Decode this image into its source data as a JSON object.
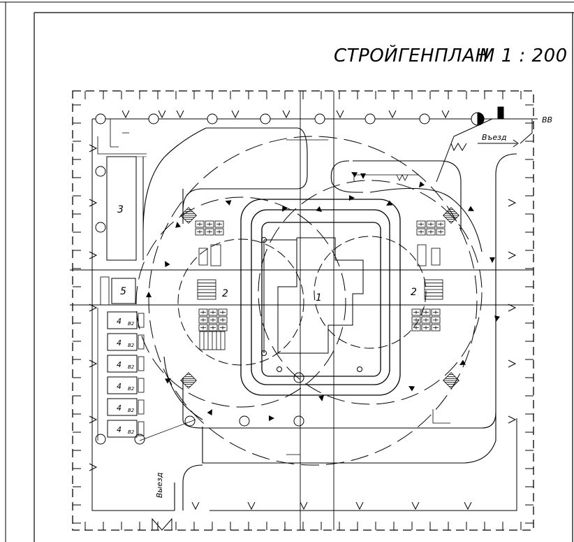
{
  "title": "СТРОЙГЕНПЛАН",
  "scale": "М 1 : 200",
  "entrance_labels": {
    "entry_top": "Въезд",
    "exit_bottom": "Выезд"
  },
  "utility_marker": "ВВ",
  "building_labels": {
    "warehouse": "3",
    "office": "5",
    "crane_left": "2",
    "crane_right": "2",
    "main_building": "1"
  },
  "cabin_labels": [
    {
      "num": "4",
      "sub": "В2"
    },
    {
      "num": "4",
      "sub": "В2"
    },
    {
      "num": "4",
      "sub": "В2"
    },
    {
      "num": "4",
      "sub": "В2"
    },
    {
      "num": "4",
      "sub": "В2"
    },
    {
      "num": "4",
      "sub": "В2"
    }
  ]
}
